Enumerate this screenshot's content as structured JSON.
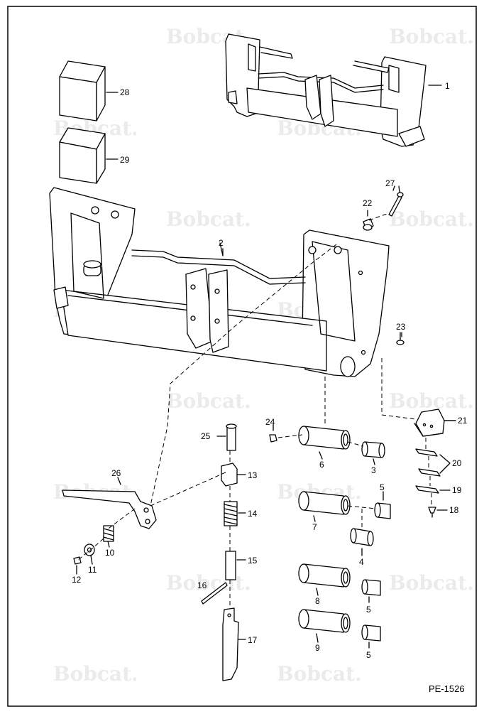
{
  "diagram": {
    "watermark": "Bobcat.",
    "drawing_code": "PE-1526",
    "callouts": [
      "1",
      "2",
      "3",
      "4",
      "5",
      "6",
      "7",
      "8",
      "9",
      "10",
      "11",
      "12",
      "13",
      "14",
      "15",
      "16",
      "17",
      "18",
      "19",
      "20",
      "21",
      "22",
      "23",
      "24",
      "25",
      "26",
      "27",
      "28",
      "29"
    ],
    "parts": [
      {
        "name": "upper-mounting-frame",
        "callout": "1"
      },
      {
        "name": "lower-mounting-frame",
        "callout": "2"
      },
      {
        "name": "bushing-3",
        "callout": "3"
      },
      {
        "name": "bushing-4",
        "callout": "4"
      },
      {
        "name": "bushing-5",
        "callout": "5"
      },
      {
        "name": "pin-sleeve-6",
        "callout": "6"
      },
      {
        "name": "pin-sleeve-7",
        "callout": "7"
      },
      {
        "name": "pin-sleeve-8",
        "callout": "8"
      },
      {
        "name": "pin-sleeve-9",
        "callout": "9"
      },
      {
        "name": "spring-10",
        "callout": "10"
      },
      {
        "name": "washer-11",
        "callout": "11"
      },
      {
        "name": "nut-12",
        "callout": "12"
      },
      {
        "name": "block-13",
        "callout": "13"
      },
      {
        "name": "spring-14",
        "callout": "14"
      },
      {
        "name": "sleeve-15",
        "callout": "15"
      },
      {
        "name": "roll-pin-16",
        "callout": "16"
      },
      {
        "name": "wedge-17",
        "callout": "17"
      },
      {
        "name": "screw-18",
        "callout": "18"
      },
      {
        "name": "plate-19",
        "callout": "19"
      },
      {
        "name": "plates-20",
        "callout": "20"
      },
      {
        "name": "cover-21",
        "callout": "21"
      },
      {
        "name": "grease-fitting-22",
        "callout": "22"
      },
      {
        "name": "nut-23",
        "callout": "23"
      },
      {
        "name": "nut-24",
        "callout": "24"
      },
      {
        "name": "pin-25",
        "callout": "25"
      },
      {
        "name": "lever-26",
        "callout": "26"
      },
      {
        "name": "bolt-27",
        "callout": "27"
      },
      {
        "name": "decal-28",
        "callout": "28"
      },
      {
        "name": "decal-29",
        "callout": "29"
      }
    ]
  }
}
